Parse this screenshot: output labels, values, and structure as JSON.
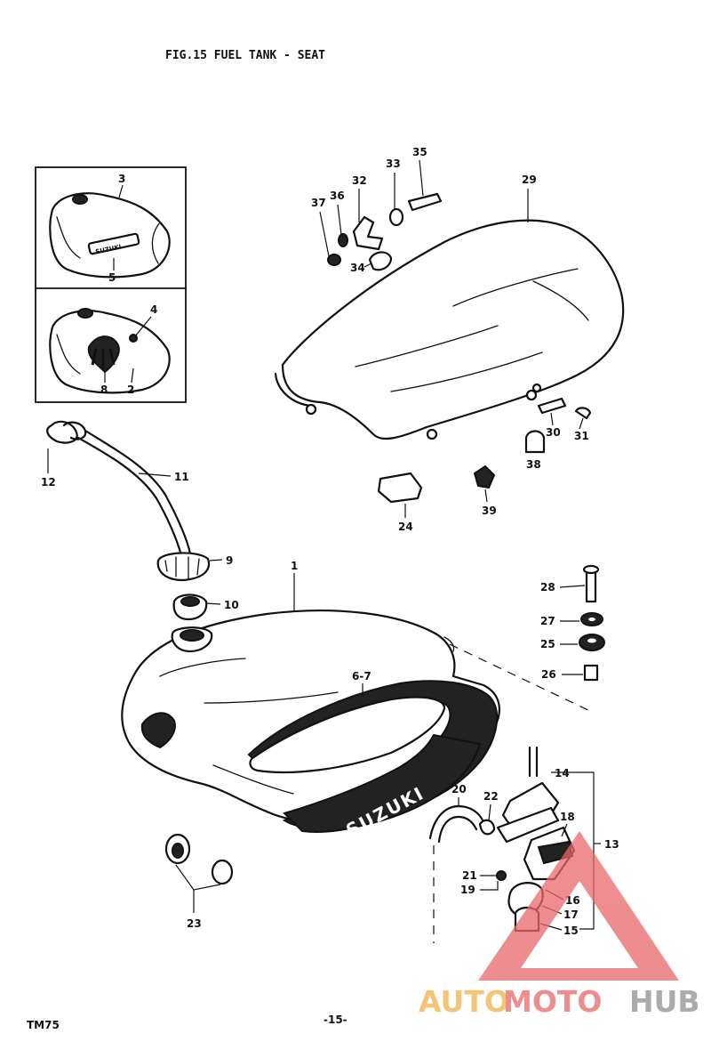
{
  "title": "FIG.15  FUEL TANK - SEAT",
  "footer": {
    "model": "TM75",
    "page": "-15-"
  },
  "tank_brand": "SUZUKI",
  "inset_brand": "SUZUKI",
  "watermark": {
    "brand_a": "AUTO",
    "brand_b": "MOTO",
    "brand_c": "HUB",
    "color_a": "#f2b24a",
    "color_b": "#e9686b",
    "color_c": "#8f8f93"
  },
  "labels": {
    "p1": "1",
    "p2": "2",
    "p3": "3",
    "p4": "4",
    "p5": "5",
    "p67": "6-7",
    "p8": "8",
    "p9": "9",
    "p10": "10",
    "p11": "11",
    "p12": "12",
    "p13": "13",
    "p14": "14",
    "p15": "15",
    "p16": "16",
    "p17": "17",
    "p18": "18",
    "p19": "19",
    "p20": "20",
    "p21": "21",
    "p22": "22",
    "p23": "23",
    "p24": "24",
    "p25": "25",
    "p26": "26",
    "p27": "27",
    "p28": "28",
    "p29": "29",
    "p30": "30",
    "p31": "31",
    "p32": "32",
    "p33": "33",
    "p34": "34",
    "p35": "35",
    "p36": "36",
    "p37": "37",
    "p38": "38",
    "p39": "39"
  }
}
